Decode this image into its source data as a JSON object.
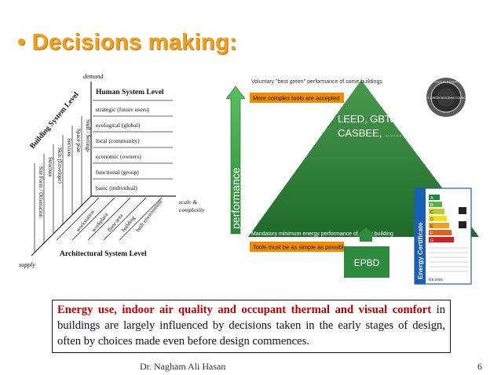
{
  "slide": {
    "bullet": "•",
    "title": "Decisions making:"
  },
  "left_figure": {
    "demand": "demand",
    "supply": "supply",
    "scale_complexity_1": "scale &",
    "scale_complexity_2": "complexity",
    "building_system_level": "Building System Level",
    "architectural_system_level": "Architectural System Level",
    "human_system_level": "Human System Level",
    "human_levels": [
      "strategic (future users)",
      "ecological (global)",
      "local (community)",
      "economic (owners)",
      "functional (group)",
      "basic (individual)"
    ],
    "building_levels": [
      "Site Form / Orientation",
      "Structure",
      "Skin (Envelope)",
      "Services",
      "Space plan",
      "Stuff / Settings"
    ],
    "architectural_levels": [
      "workstation",
      "workplace",
      "floor area",
      "building",
      "built environment"
    ]
  },
  "right_figure": {
    "voluntary_caption": "Voluntary \"best green\" performance of some buildings",
    "complex_tools": "More complex tools are accepted",
    "tools_names_1": "LEED, GBTool,",
    "tools_names_2": "CASBEE, ......",
    "performance": "performance",
    "mandatory_caption": "Mandatory minimum energy performance of every building",
    "simple_tools": "Tools must be as simple as possible",
    "epbd": "EPBD",
    "energy_certificate": "Energy Certificate",
    "rating_letters": [
      "A",
      "B",
      "C",
      "D",
      "E",
      "F",
      "G"
    ],
    "seal_text": "U.S. GREEN BUILDING COUNCIL",
    "seal_top": "LEED PLATINUM",
    "gb_year": "GB 2005",
    "colors": {
      "pyramid": "#2e7d3a",
      "arrow": "#3aa04a",
      "label_box": "#F28C00",
      "epbd": "#2e8b3e",
      "cert_border": "#1a5fb4"
    }
  },
  "textbox": {
    "highlight": "Energy use, indoor air quality and occupant thermal and visual comfort",
    "rest": " in buildings are largely influenced by decisions taken in the early stages of design, often by choices made even before design commences."
  },
  "footer": {
    "author": "Dr. Nagham Ali Hasan",
    "page": "6"
  }
}
